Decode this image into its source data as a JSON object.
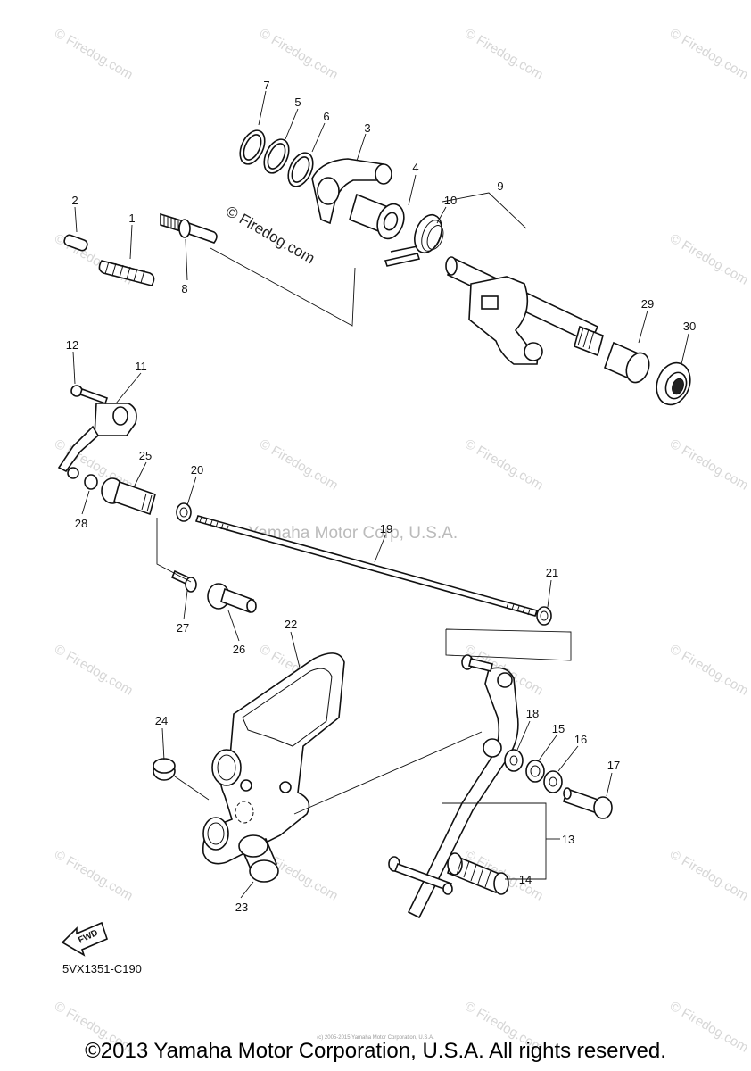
{
  "watermark": "© Firedog.com",
  "center_watermark": "© Firedog.com",
  "overlay_watermark": "Yamaha Motor Corp, U.S.A.",
  "part_labels": {
    "p1": "1",
    "p2": "2",
    "p3": "3",
    "p4": "4",
    "p5": "5",
    "p6": "6",
    "p7": "7",
    "p8": "8",
    "p9": "9",
    "p10": "10",
    "p11": "11",
    "p12": "12",
    "p13": "13",
    "p14": "14",
    "p15": "15",
    "p16": "16",
    "p17": "17",
    "p18": "18",
    "p19": "19",
    "p20": "20",
    "p21": "21",
    "p22": "22",
    "p23": "23",
    "p24": "24",
    "p25": "25",
    "p26": "26",
    "p27": "27",
    "p28": "28",
    "p29": "29",
    "p30": "30"
  },
  "fwd_label": "FWD",
  "diagram_code": "5VX1351-C190",
  "small_copyright": "(c) 2005-2015 Yamaha Motor Corporation, U.S.A.",
  "footer": "©2013 Yamaha Motor Corporation, U.S.A. All rights reserved."
}
